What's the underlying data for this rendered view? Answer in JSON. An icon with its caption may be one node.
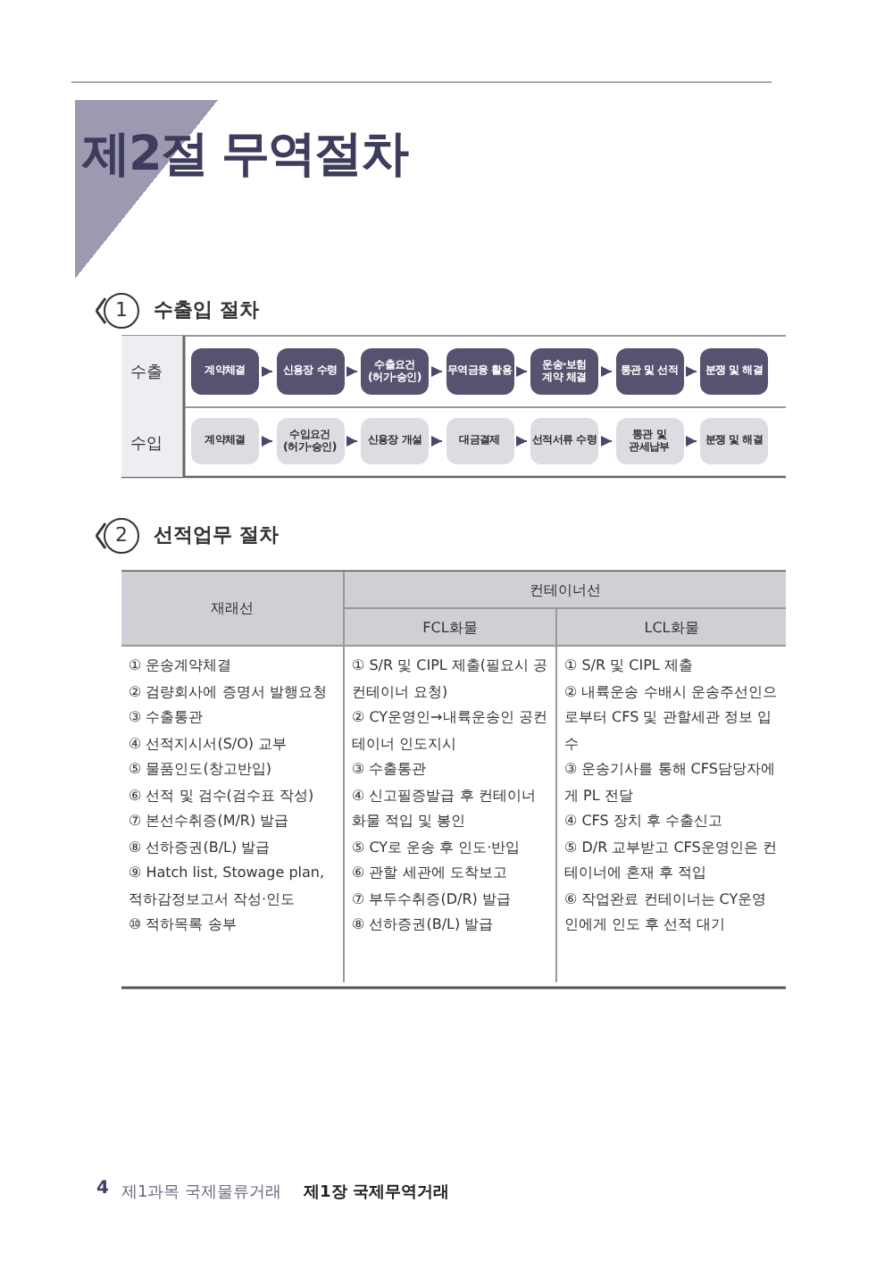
{
  "diagram": {
    "title": "제2절 무역절차",
    "nodes": [
      {
        "text": [
          "계약체결"
        ]
      },
      {
        "text": [
          "신용장 수령"
        ]
      },
      {
        "text": [
          "수출요건 (허가·승인)"
        ]
      },
      {
        "text": [
          "무역금융 활용"
        ]
      },
      {
        "text": [
          "운송·보험 계약 체결"
        ]
      },
      {
        "text": [
          "통관 및 선적"
        ]
      },
      {
        "text": [
          "분쟁 및 해결"
        ]
      },
      {
        "text": [
          "계약체결"
        ]
      },
      {
        "text": [
          "수입요건 (허가·승인)"
        ]
      },
      {
        "text": [
          "신용장 개설"
        ]
      },
      {
        "text": [
          "대금결제"
        ]
      },
      {
        "text": [
          "선적서류 수령"
        ]
      },
      {
        "text": [
          "통관 및 관세납부"
        ]
      },
      {
        "text": [
          "분쟁 및 해결"
        ]
      }
    ],
    "edges": [
      {
        "from": 0,
        "to": 1,
        "arrow": "to"
      },
      {
        "from": 1,
        "to": 2,
        "arrow": "to"
      },
      {
        "from": 2,
        "to": 3,
        "arrow": "to"
      },
      {
        "from": 3,
        "to": 4,
        "arrow": "to"
      },
      {
        "from": 4,
        "to": 5,
        "arrow": "to"
      },
      {
        "from": 5,
        "to": 6,
        "arrow": "to"
      },
      {
        "from": 7,
        "to": 8,
        "arrow": "to"
      },
      {
        "from": 8,
        "to": 9,
        "arrow": "to"
      },
      {
        "from": 9,
        "to": 10,
        "arrow": "to"
      },
      {
        "from": 10,
        "to": 11,
        "arrow": "to"
      },
      {
        "from": 11,
        "to": 12,
        "arrow": "to"
      },
      {
        "from": 12,
        "to": 13,
        "arrow": "to"
      }
    ],
    "labels": [
      "1",
      "수출입 절차",
      "수출",
      "수입",
      "2",
      "선적업무 절차",
      "재래선",
      "컨테이너선",
      "FCL화물",
      "LCL화물",
      "① 운송계약체결",
      "② 검량회사에 증명서 발행요청",
      "③ 수출통관",
      "④ 선적지시서(S/O) 교부",
      "⑤ 물품인도(창고반입)",
      "⑥ 선적 및 검수(검수표 작성)",
      "⑦ 본선수취증(M/R) 발급",
      "⑧ 선하증권(B/L) 발급",
      "⑨ Hatch list, Stowage plan, 적하감정보고서 작성·인도",
      "⑩ 적하목록 송부",
      "① S/R 및 CIPL 제출(필요시 공컨테이너 요청)",
      "② CY운영인→내륙운송인 공컨테이너 인도지시",
      "③ 수출통관",
      "④ 신고필증발급 후 컨테이너화물 적입 및 봉인",
      "⑤ CY로 운송 후 인도·반입",
      "⑥ 관할 세관에 도착보고",
      "⑦ 부두수취증(D/R) 발급",
      "⑧ 선하증권(B/L) 발급",
      "① S/R 및 CIPL 제출",
      "② 내륙운송 수배시 운송주선인으로부터 CFS 및 관할세관 정보 입수",
      "③ 운송기사를 통해 CFS담당자에게 PL 전달",
      "④ CFS 장치 후 수출신고",
      "⑤ D/R 교부받고 CFS운영인은 컨테이너에 혼재 후 적입",
      "⑥ 작업완료 컨테이너는 CY운영인에게 인도 후 선적 대기",
      "4",
      "제1과목 국제물류거래",
      "제1장 국제무역거래"
    ]
  }
}
